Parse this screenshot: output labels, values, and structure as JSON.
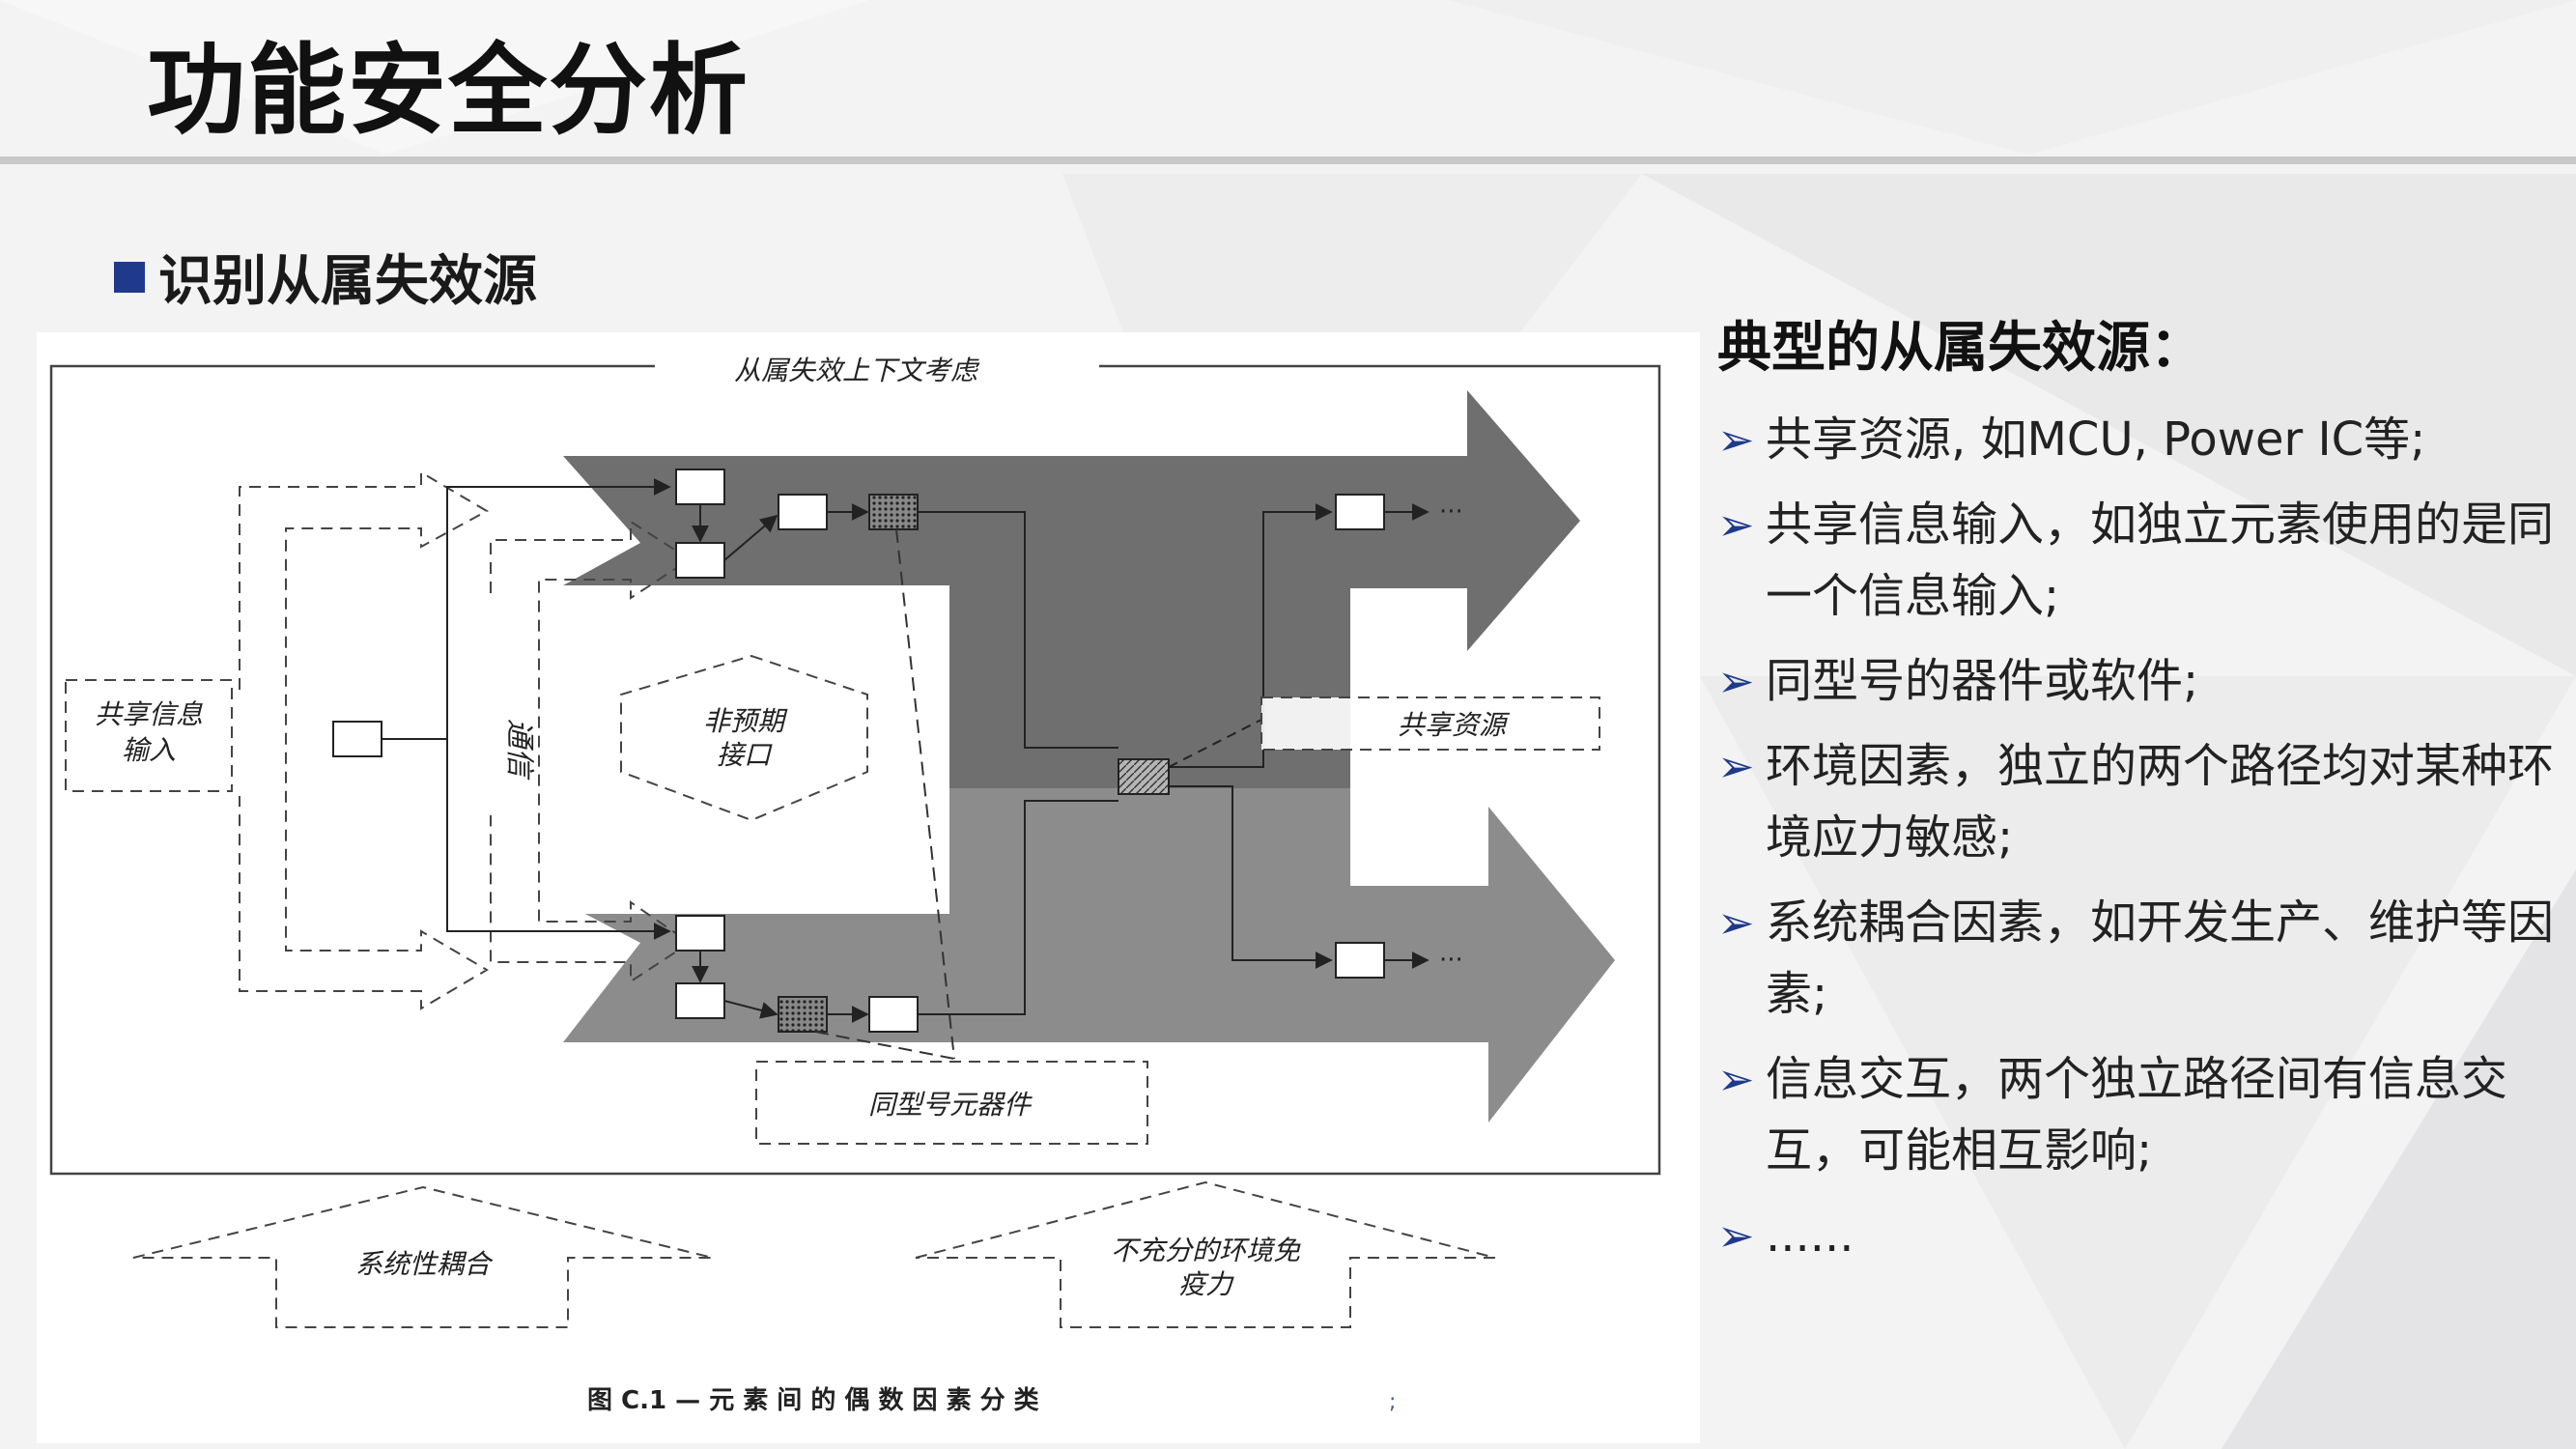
{
  "title": "功能安全分析",
  "section": "识别从属失效源",
  "right_panel": {
    "heading": "典型的从属失效源：",
    "bullets": [
      "共享资源, 如MCU, Power IC等;",
      "共享信息输入，如独立元素使用的是同一个信息输入;",
      "同型号的器件或软件;",
      "环境因素，独立的两个路径均对某种环境应力敏感;",
      "系统耦合因素，如开发生产、维护等因素;",
      "信息交互，两个独立路径间有信息交互，可能相互影响;",
      "......"
    ],
    "bullet_marker": "➢"
  },
  "diagram": {
    "context_label": "从属失效上下文考虑",
    "shared_input": [
      "共享信息",
      "输入"
    ],
    "comm": "通信",
    "unexpected_if": [
      "非预期",
      "接口"
    ],
    "shared_resource": "共享资源",
    "same_component": "同型号元器件",
    "ellipsis": "···",
    "systematic": "系统性耦合",
    "env": [
      "不充分的环境免",
      "疫力"
    ],
    "caption": "图 C.1 — 元 素 间 的 偶 数 因 素 分 类",
    "caption_extra": ";"
  },
  "colors": {
    "accent": "#1f3a8a",
    "dark_arrow": "#6f6f6f",
    "light_arrow": "#8c8c8c"
  }
}
